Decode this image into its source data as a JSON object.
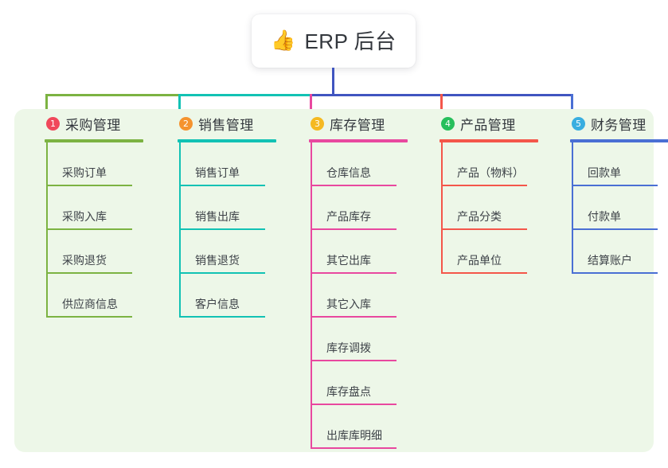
{
  "root": {
    "emoji": "👍",
    "emoji_name": "thumbs-up-icon",
    "label": "ERP 后台"
  },
  "diagram": {
    "type": "tree-mindmap",
    "orientation": "top-down",
    "canvas_background": "#ffffff",
    "panel_background": "#edf7e8",
    "trunk_color": "#4055c0"
  },
  "branches": [
    {
      "number": "1",
      "title": "采购管理",
      "badge_color": "#f0485b",
      "line_color": "#7cb342",
      "connector_color": "#7cb342",
      "items": [
        {
          "label": "采购订单"
        },
        {
          "label": "采购入库"
        },
        {
          "label": "采购退货"
        },
        {
          "label": "供应商信息"
        }
      ]
    },
    {
      "number": "2",
      "title": "销售管理",
      "badge_color": "#f5932e",
      "line_color": "#12c2b4",
      "connector_color": "#12c2b4",
      "items": [
        {
          "label": "销售订单"
        },
        {
          "label": "销售出库"
        },
        {
          "label": "销售退货"
        },
        {
          "label": "客户信息"
        }
      ]
    },
    {
      "number": "3",
      "title": "库存管理",
      "badge_color": "#f5b921",
      "line_color": "#e8489f",
      "connector_color": "#e8489f",
      "items": [
        {
          "label": "仓库信息"
        },
        {
          "label": "产品库存"
        },
        {
          "label": "其它出库"
        },
        {
          "label": "其它入库"
        },
        {
          "label": "库存调拨"
        },
        {
          "label": "库存盘点"
        },
        {
          "label": "出库库明细"
        }
      ]
    },
    {
      "number": "4",
      "title": "产品管理",
      "badge_color": "#27bf5c",
      "line_color": "#f4564a",
      "connector_color": "#f4564a",
      "items": [
        {
          "label": "产品（物料）"
        },
        {
          "label": "产品分类"
        },
        {
          "label": "产品单位"
        }
      ]
    },
    {
      "number": "5",
      "title": "财务管理",
      "badge_color": "#39aee0",
      "line_color": "#4a6fd4",
      "connector_color": "#4a6fd4",
      "items": [
        {
          "label": "回款单"
        },
        {
          "label": "付款单"
        },
        {
          "label": "结算账户"
        }
      ]
    }
  ]
}
